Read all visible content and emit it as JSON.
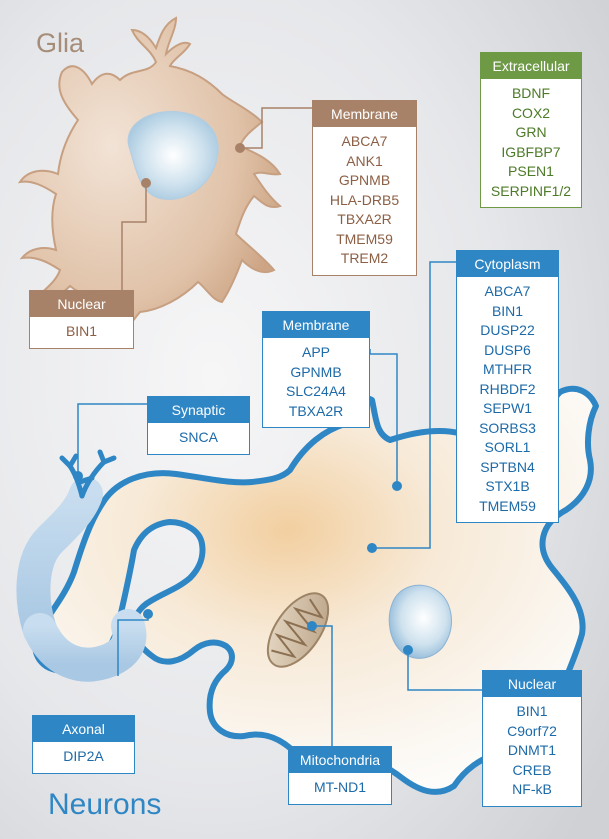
{
  "titles": {
    "glia": "Glia",
    "neurons": "Neurons"
  },
  "colors": {
    "glia": "#a88268",
    "extracellular": "#6e9a46",
    "neuron": "#2f86c5"
  },
  "glia": {
    "membrane": {
      "header": "Membrane",
      "items": [
        "ABCA7",
        "ANK1",
        "GPNMB",
        "HLA-DRB5",
        "TBXA2R",
        "TMEM59",
        "TREM2"
      ]
    },
    "nuclear": {
      "header": "Nuclear",
      "items": [
        "BIN1"
      ]
    }
  },
  "extracellular": {
    "header": "Extracellular",
    "items": [
      "BDNF",
      "COX2",
      "GRN",
      "IGBFBP7",
      "PSEN1",
      "SERPINF1/2"
    ]
  },
  "neuron": {
    "cytoplasm": {
      "header": "Cytoplasm",
      "items": [
        "ABCA7",
        "BIN1",
        "DUSP22",
        "DUSP6",
        "MTHFR",
        "RHBDF2",
        "SEPW1",
        "SORBS3",
        "SORL1",
        "SPTBN4",
        "STX1B",
        "TMEM59"
      ]
    },
    "membrane": {
      "header": "Membrane",
      "items": [
        "APP",
        "GPNMB",
        "SLC24A4",
        "TBXA2R"
      ]
    },
    "synaptic": {
      "header": "Synaptic",
      "items": [
        "SNCA"
      ]
    },
    "axonal": {
      "header": "Axonal",
      "items": [
        "DIP2A"
      ]
    },
    "mitochondria": {
      "header": "Mitochondria",
      "items": [
        "MT-ND1"
      ]
    },
    "nuclear": {
      "header": "Nuclear",
      "items": [
        "BIN1",
        "C9orf72",
        "DNMT1",
        "CREB",
        "NF-kB"
      ]
    }
  }
}
